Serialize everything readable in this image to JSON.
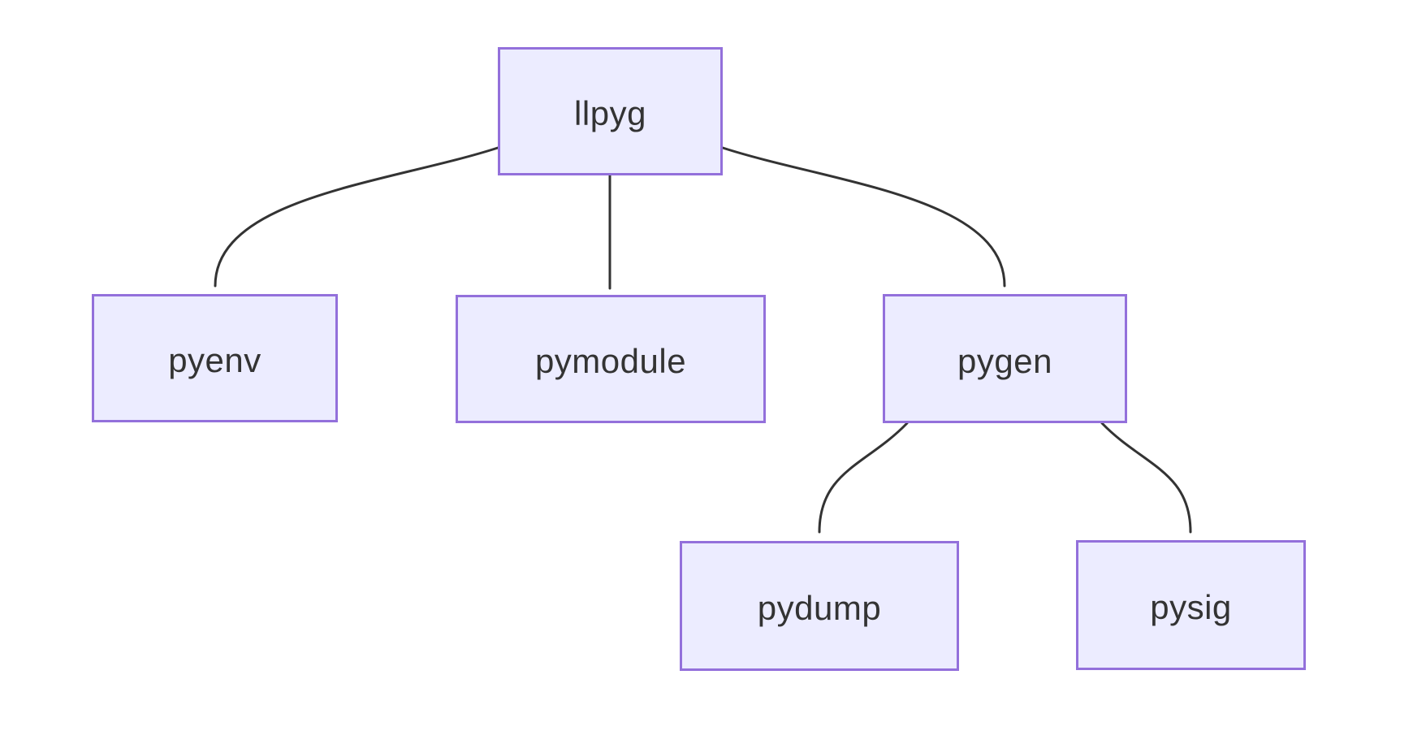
{
  "diagram": {
    "type": "flowchart-tree",
    "nodes": [
      {
        "id": "llpyg",
        "label": "llpyg"
      },
      {
        "id": "pyenv",
        "label": "pyenv"
      },
      {
        "id": "pymodule",
        "label": "pymodule"
      },
      {
        "id": "pygen",
        "label": "pygen"
      },
      {
        "id": "pydump",
        "label": "pydump"
      },
      {
        "id": "pysig",
        "label": "pysig"
      }
    ],
    "edges": [
      {
        "from": "llpyg",
        "to": "pyenv"
      },
      {
        "from": "llpyg",
        "to": "pymodule"
      },
      {
        "from": "llpyg",
        "to": "pygen"
      },
      {
        "from": "pygen",
        "to": "pydump"
      },
      {
        "from": "pygen",
        "to": "pysig"
      }
    ],
    "colors": {
      "background": "#FFFFFF",
      "node_fill": "#ECECFF",
      "node_border": "#9370DB",
      "edge_stroke": "#333333",
      "text": "#333333"
    }
  }
}
